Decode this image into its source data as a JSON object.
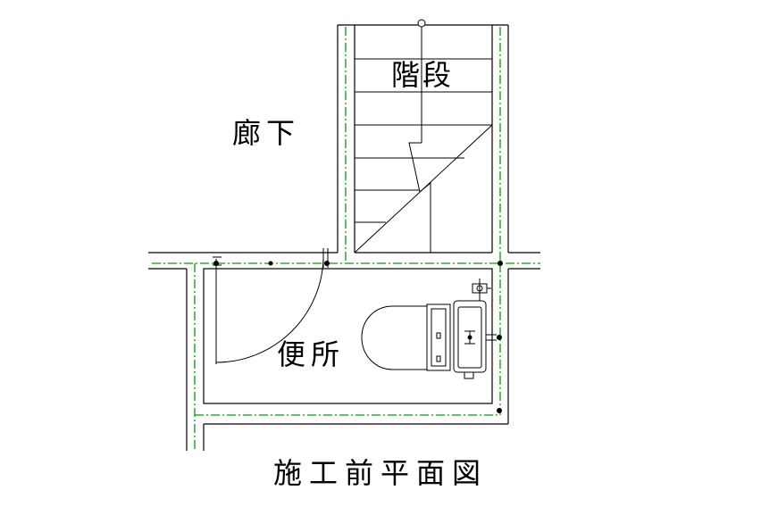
{
  "labels": {
    "stairs": "階段",
    "corridor": "廊下",
    "toilet_room": "便所",
    "title": "施工前平面図"
  },
  "colors": {
    "wall_line": "#000000",
    "centerline": "#00a000",
    "background": "#ffffff"
  },
  "icons": {
    "toilet": "toilet-icon",
    "door": "door-swing-icon",
    "faucet": "faucet-icon"
  }
}
